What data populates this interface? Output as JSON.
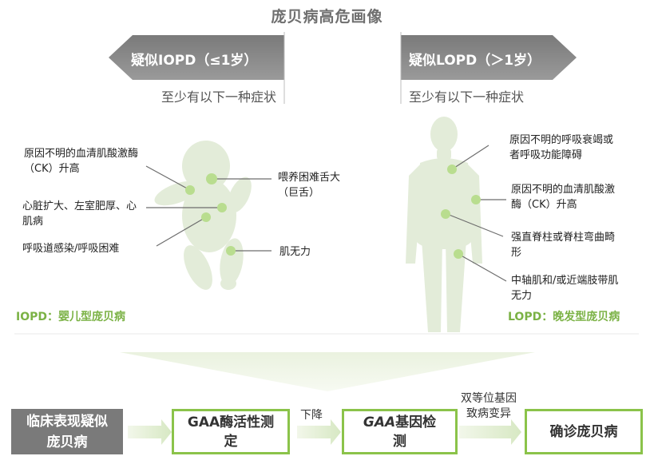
{
  "title": "庞贝病高危画像",
  "left": {
    "banner": "疑似IOPD（≤1岁）",
    "subtitle": "至少有以下一种症状",
    "symptoms": [
      "原因不明的血清肌酸激酶（CK）升高",
      "心脏扩大、左室肥厚、心肌病",
      "呼吸道感染/呼吸困难",
      "喂养困难舌大（巨舌）",
      "肌无力"
    ],
    "type_label": "IOPD：婴儿型庞贝病"
  },
  "right": {
    "banner": "疑似LOPD（＞1岁）",
    "subtitle": "至少有以下一种症状",
    "symptoms": [
      "原因不明的呼吸衰竭或者呼吸功能障碍",
      "原因不明的血清肌酸激酶（CK）升高",
      "强直脊柱或脊柱弯曲畸形",
      "中轴肌和/或近端肢带肌无力"
    ],
    "type_label": "LOPD：晚发型庞贝病"
  },
  "flow": {
    "step1": "临床表现疑似庞贝病",
    "step2": "GAA酶活性测定",
    "arrow2_label": "下降",
    "step3_gene": "GAA",
    "step3_rest": "基因检测",
    "arrow3_label": "双等位基因致病变异",
    "step4": "确诊庞贝病"
  },
  "colors": {
    "accent_green": "#8bc34a",
    "label_green": "#7bb245",
    "banner_grey": "#6f6f6f",
    "silhouette": "#e3ecd9"
  }
}
